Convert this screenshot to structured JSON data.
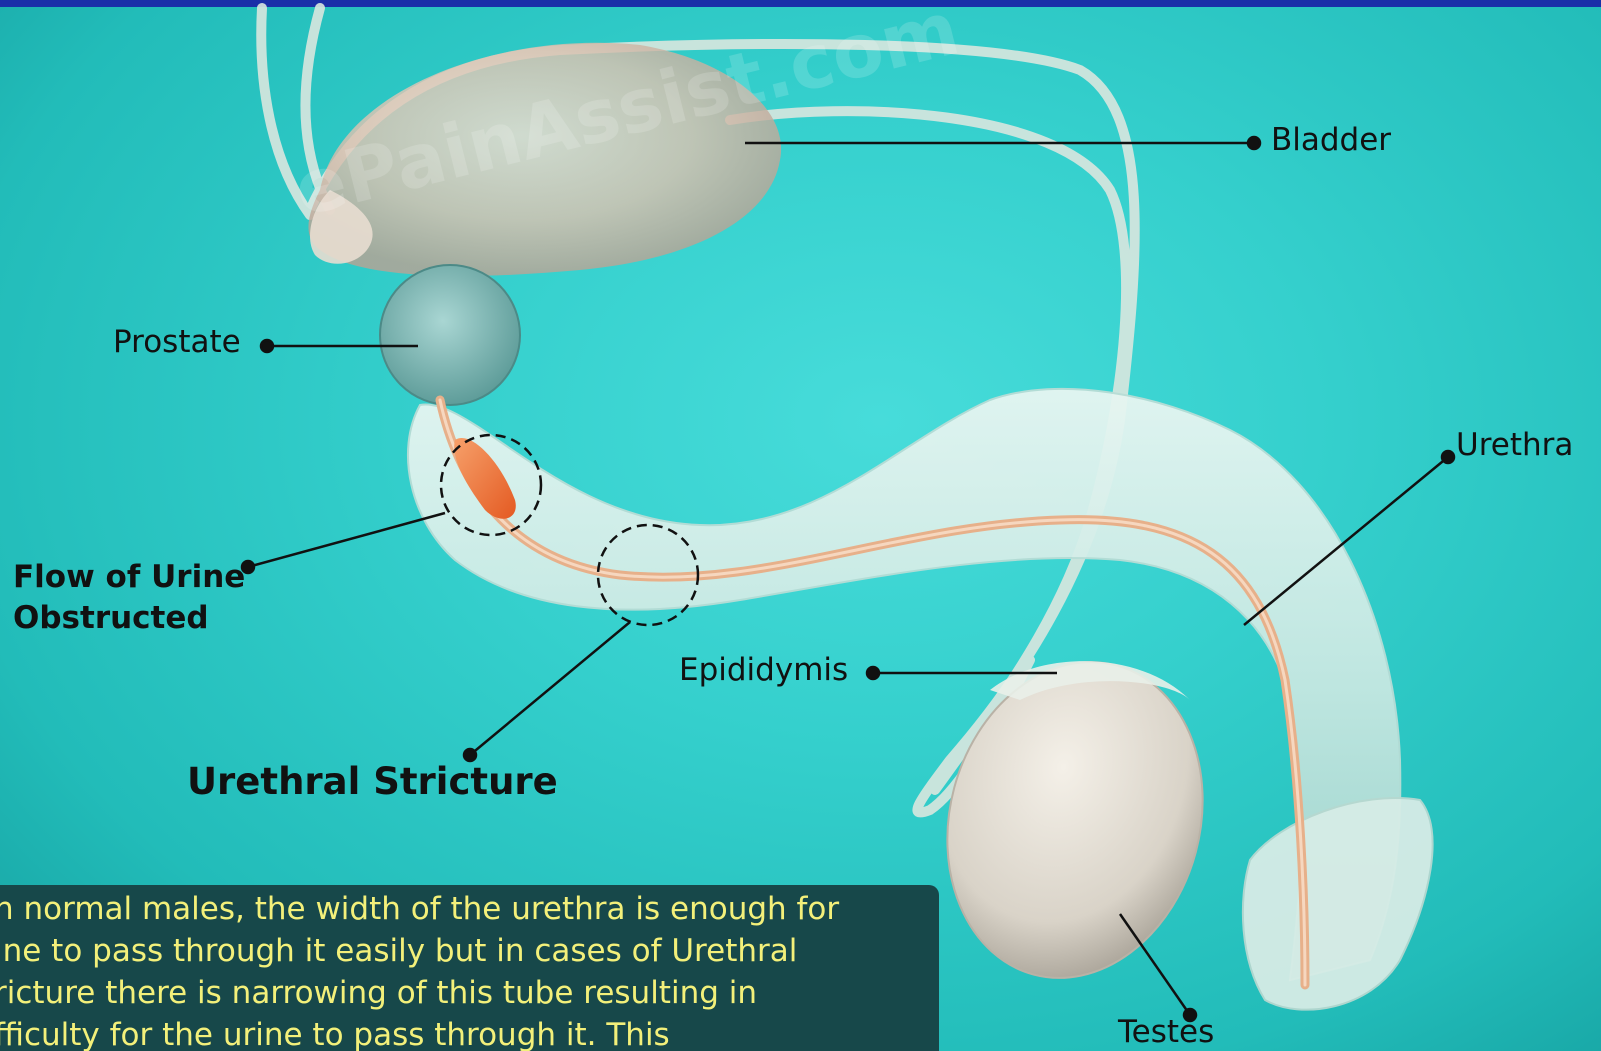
{
  "labels": {
    "bladder": "Bladder",
    "prostate": "Prostate",
    "urethra": "Urethra",
    "flow_line1": "Flow of Urine",
    "flow_line2": "Obstructed",
    "epididymis": "Epididymis",
    "stricture": "Urethral Stricture",
    "testes": "Testes"
  },
  "watermark": "ePainAssist.com",
  "info_text": "n normal males, the width of the urethra is enough for\nine to pass through it easily but in cases of Urethral\nricture there is narrowing of this tube resulting in\nfficulty for the urine to pass through it. This",
  "colors": {
    "background": "#35d0cd",
    "top_bar": "#1a2fa8",
    "info_box": "#17484a",
    "info_text": "#f3f07a",
    "stricture_highlight": "#f0703a"
  }
}
